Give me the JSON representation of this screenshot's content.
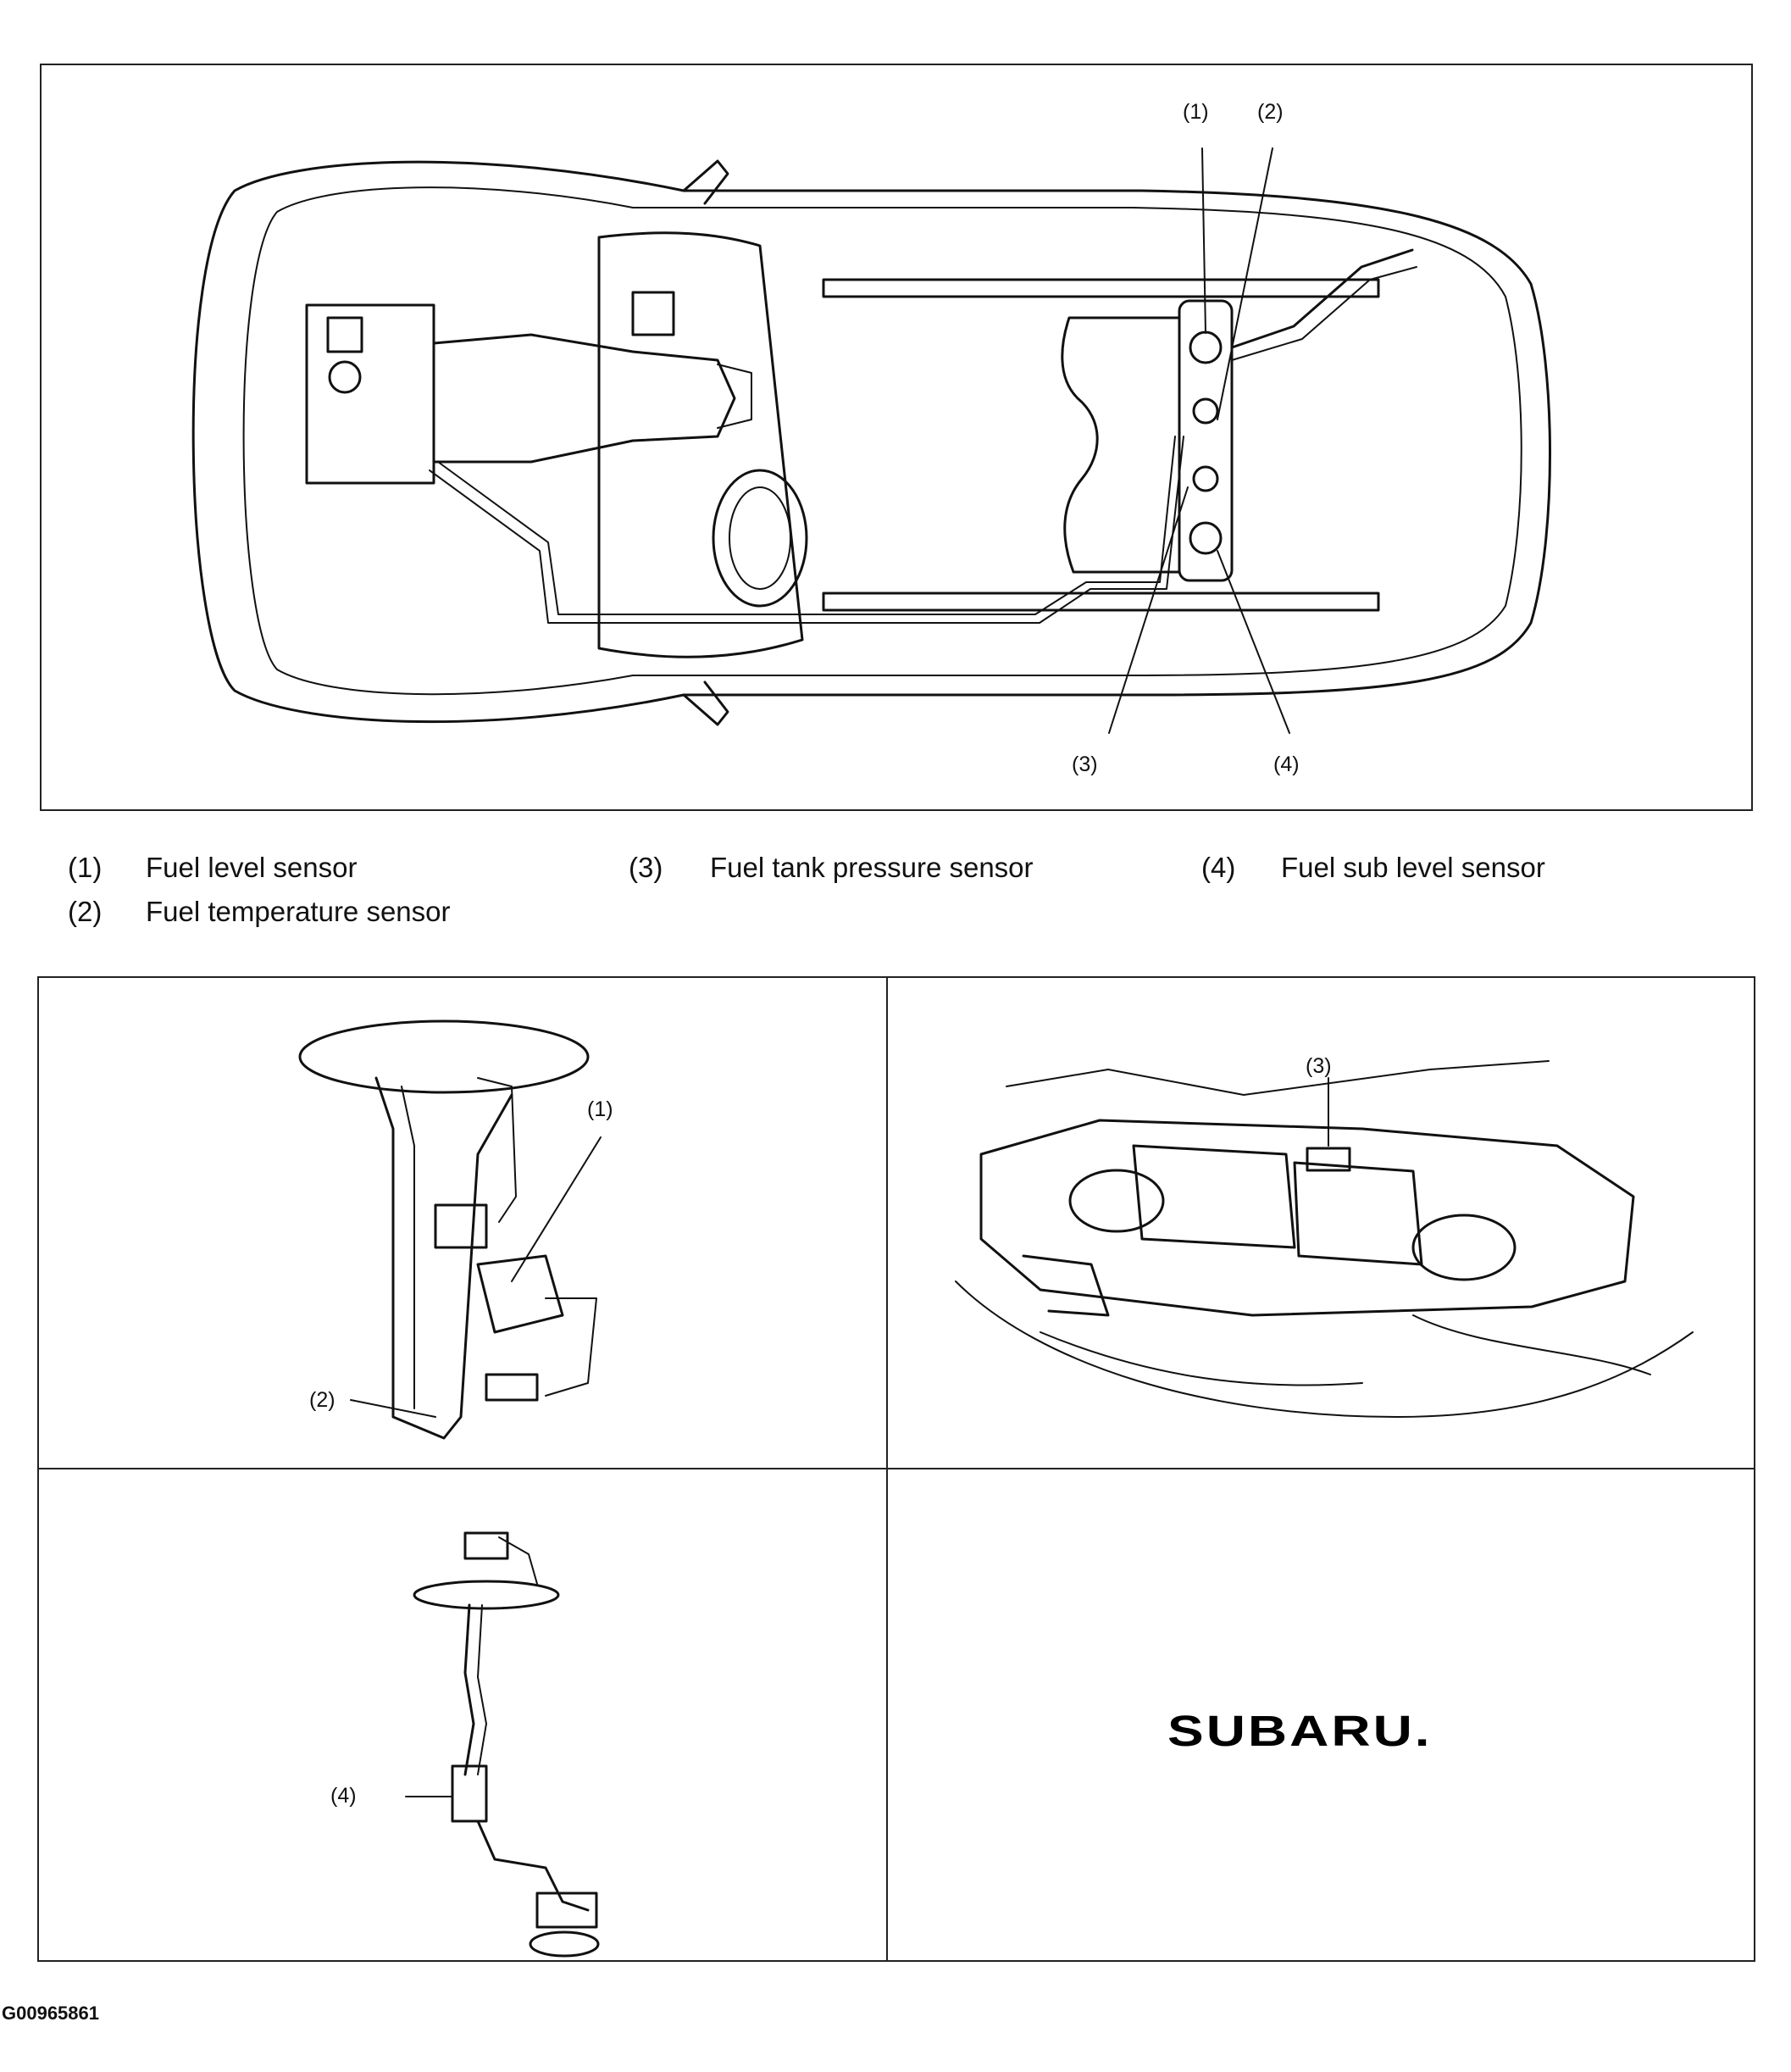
{
  "top_view": {
    "callouts": [
      "(1)",
      "(2)",
      "(3)",
      "(4)"
    ]
  },
  "legend": [
    {
      "num": "(1)",
      "text": "Fuel level sensor"
    },
    {
      "num": "(2)",
      "text": "Fuel temperature sensor"
    },
    {
      "num": "(3)",
      "text": "Fuel tank pressure sensor"
    },
    {
      "num": "(4)",
      "text": "Fuel sub level sensor"
    }
  ],
  "detail_panels": {
    "pump_unit": {
      "callouts": [
        "(1)",
        "(2)"
      ]
    },
    "tank_top": {
      "callouts": [
        "(3)"
      ]
    },
    "sub_level": {
      "callouts": [
        "(4)"
      ]
    },
    "logo": {
      "text": "SUBARU."
    }
  },
  "figure_id": "G00965861"
}
